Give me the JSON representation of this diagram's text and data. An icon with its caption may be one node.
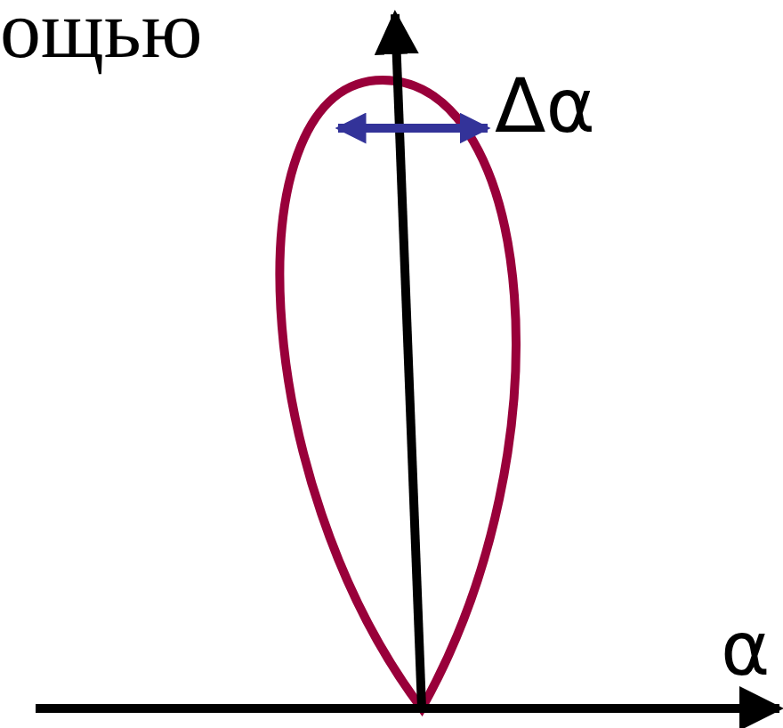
{
  "diagram": {
    "labels": [
      "ощью",
      "Δα",
      "α"
    ]
  }
}
